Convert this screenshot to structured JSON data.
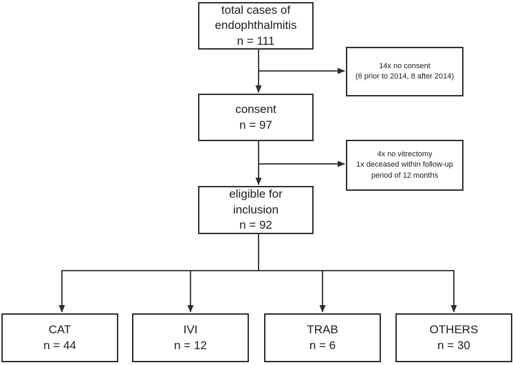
{
  "diagram": {
    "kind": "flowchart",
    "topic": "endophthalmitis case inclusion flow"
  },
  "nodes": {
    "total_cases": {
      "line1": "total cases of",
      "line2": "endophthalmitis",
      "n": "n = 111"
    },
    "excluded_no_consent": {
      "line1": "14x no consent",
      "line2": "(6 prior to 2014, 8 after 2014)"
    },
    "consent": {
      "line1": "consent",
      "n": "n = 97"
    },
    "excluded_no_vitrectomy": {
      "line1": "4x no vitrectomy",
      "line2": "1x deceased within follow-up",
      "line3": "period of 12 months"
    },
    "eligible": {
      "line1": "eligible for",
      "line2": "inclusion",
      "n": "n = 92"
    },
    "cat": {
      "line1": "CAT",
      "n": "n = 44"
    },
    "ivi": {
      "line1": "IVI",
      "n": "n = 12"
    },
    "trab": {
      "line1": "TRAB",
      "n": "n = 6"
    },
    "others": {
      "line1": "OTHERS",
      "n": "n = 30"
    }
  },
  "edges": [
    {
      "from": "total_cases",
      "to": "consent"
    },
    {
      "from": "total_cases",
      "to": "excluded_no_consent"
    },
    {
      "from": "consent",
      "to": "eligible"
    },
    {
      "from": "consent",
      "to": "excluded_no_vitrectomy"
    },
    {
      "from": "eligible",
      "to": "cat"
    },
    {
      "from": "eligible",
      "to": "ivi"
    },
    {
      "from": "eligible",
      "to": "trab"
    },
    {
      "from": "eligible",
      "to": "others"
    }
  ],
  "colors": {
    "border": "#2e2e2e",
    "text": "#1c1c1c",
    "line": "#2e2e2e",
    "background": "#ffffff"
  }
}
